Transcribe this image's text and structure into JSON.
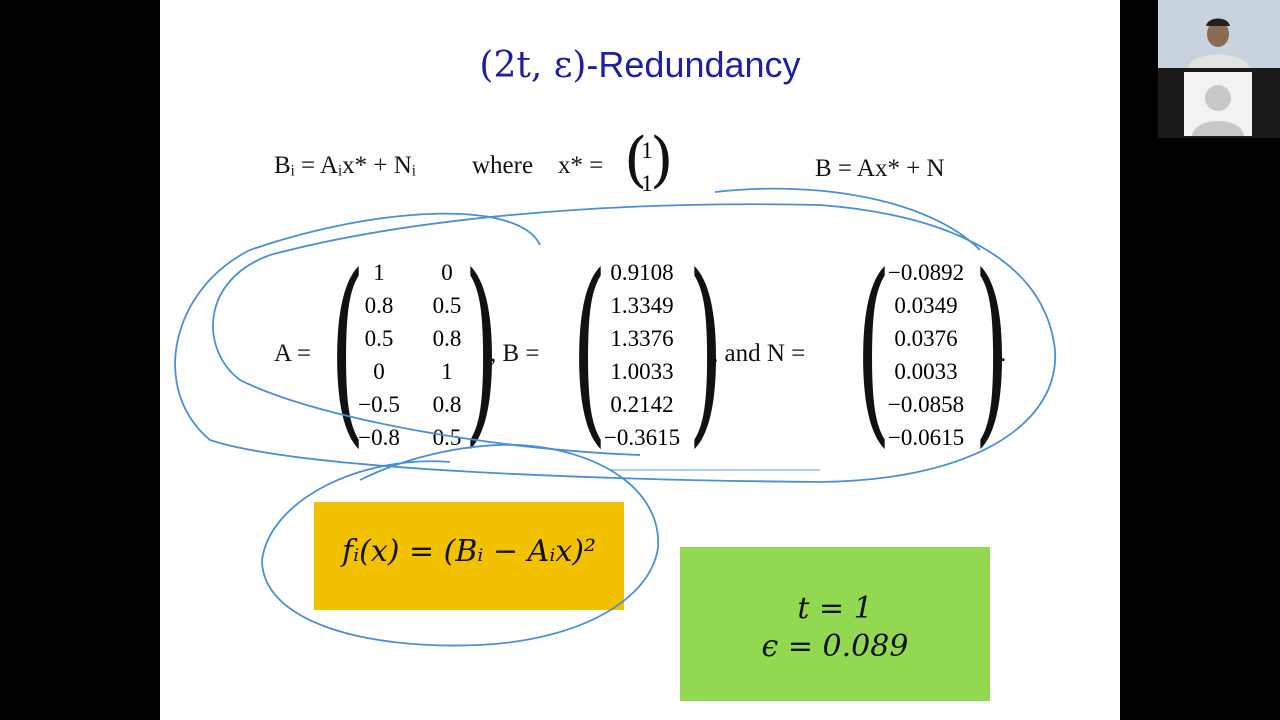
{
  "slide": {
    "title_math": "(2t, ε)",
    "title_text": "-Redundancy",
    "eq1": "Bᵢ = Aᵢx* + Nᵢ",
    "where": "where",
    "xstar": "x* =",
    "xstar_col": [
      "1",
      "1"
    ],
    "eq2": "B = Ax* + N",
    "A_label": "A =",
    "A_col1": [
      "1",
      "0.8",
      "0.5",
      "0",
      "−0.5",
      "−0.8"
    ],
    "A_col2": [
      "0",
      "0.5",
      "0.8",
      "1",
      "0.8",
      "0.5"
    ],
    "B_label": ", B =",
    "B_col": [
      "0.9108",
      "1.3349",
      "1.3376",
      "1.0033",
      "0.2142",
      "−0.3615"
    ],
    "N_label": ",   and N =",
    "N_col": [
      "−0.0892",
      "0.0349",
      "0.0376",
      "0.0033",
      "−0.0858",
      "−0.0615"
    ],
    "period": ".",
    "f_formula": "fᵢ(x) = (Bᵢ − Aᵢx)²",
    "t_value": "t = 1",
    "eps_value": "ϵ = 0.089"
  },
  "colors": {
    "title": "#1f1fa3",
    "yellow_box": "#f2c200",
    "green_box": "#92d851",
    "ink": "#4a90d9"
  }
}
